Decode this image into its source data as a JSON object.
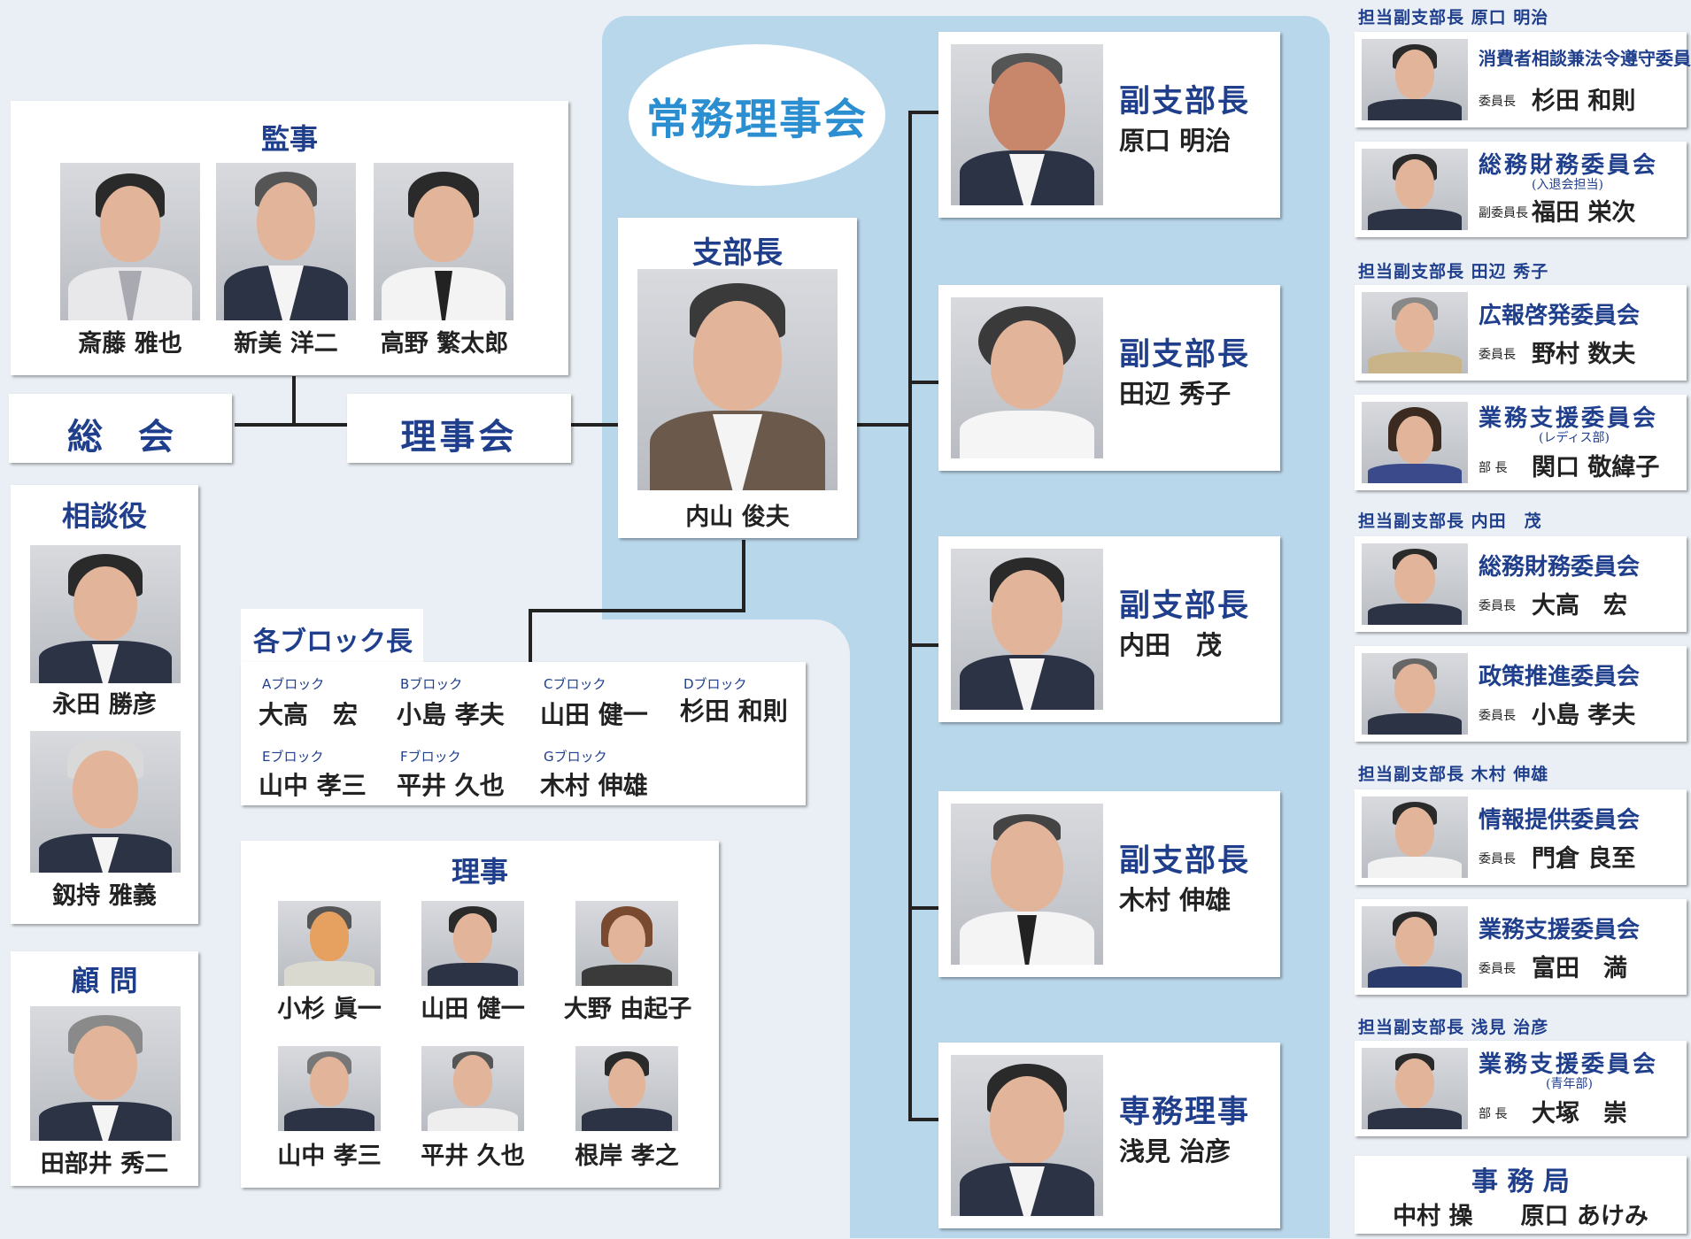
{
  "standing_board": "常務理事会",
  "general_meeting": "総　会",
  "board_meeting": "理事会",
  "auditors": {
    "title": "監事",
    "members": [
      "斎藤 雅也",
      "新美 洋二",
      "高野 繁太郎"
    ]
  },
  "advisors": {
    "title": "相談役",
    "members": [
      "永田 勝彦",
      "釼持 雅義"
    ]
  },
  "counselor": {
    "title": "顧 問",
    "member": "田部井 秀二"
  },
  "branch_chief": {
    "title": "支部長",
    "name": "内山 俊夫"
  },
  "blocks": {
    "title": "各ブロック長",
    "items": [
      {
        "label": "Aブロック",
        "name": "大高　宏"
      },
      {
        "label": "Bブロック",
        "name": "小島 孝夫"
      },
      {
        "label": "Cブロック",
        "name": "山田 健一"
      },
      {
        "label": "Dブロック",
        "name": "杉田 和則"
      },
      {
        "label": "Eブロック",
        "name": "山中 孝三"
      },
      {
        "label": "Fブロック",
        "name": "平井 久也"
      },
      {
        "label": "Gブロック",
        "name": "木村 伸雄"
      }
    ]
  },
  "directors": {
    "title": "理事",
    "members": [
      "小杉 眞一",
      "山田 健一",
      "大野 由起子",
      "山中 孝三",
      "平井 久也",
      "根岸 孝之"
    ]
  },
  "vice_chiefs": [
    {
      "role": "副支部長",
      "name": "原口 明治"
    },
    {
      "role": "副支部長",
      "name": "田辺 秀子"
    },
    {
      "role": "副支部長",
      "name": "内田　茂"
    },
    {
      "role": "副支部長",
      "name": "木村 伸雄"
    },
    {
      "role": "専務理事",
      "name": "浅見 治彦"
    }
  ],
  "committee_groups": [
    {
      "heading": "担当副支部長 原口 明治",
      "committees": [
        {
          "title": "消費者相談兼法令遵守委員会",
          "sub": "",
          "role": "委員長",
          "name": "杉田 和則"
        },
        {
          "title": "総務財務委員会",
          "sub": "(入退会担当)",
          "role": "副委員長",
          "name": "福田 栄次"
        }
      ]
    },
    {
      "heading": "担当副支部長 田辺 秀子",
      "committees": [
        {
          "title": "広報啓発委員会",
          "sub": "",
          "role": "委員長",
          "name": "野村 数夫"
        },
        {
          "title": "業務支援委員会",
          "sub": "(レディス部)",
          "role": "部 長",
          "name": "関口 敬緯子"
        }
      ]
    },
    {
      "heading": "担当副支部長 内田　茂",
      "committees": [
        {
          "title": "総務財務委員会",
          "sub": "",
          "role": "委員長",
          "name": "大高　宏"
        },
        {
          "title": "政策推進委員会",
          "sub": "",
          "role": "委員長",
          "name": "小島 孝夫"
        }
      ]
    },
    {
      "heading": "担当副支部長 木村 伸雄",
      "committees": [
        {
          "title": "情報提供委員会",
          "sub": "",
          "role": "委員長",
          "name": "門倉 良至"
        },
        {
          "title": "業務支援委員会",
          "sub": "",
          "role": "委員長",
          "name": "富田　満"
        }
      ]
    },
    {
      "heading": "担当副支部長 浅見 治彦",
      "committees": [
        {
          "title": "業務支援委員会",
          "sub": "(青年部)",
          "role": "部 長",
          "name": "大塚　崇"
        }
      ]
    }
  ],
  "secretariat": {
    "title": "事 務 局",
    "members": "中村 操　　原口 あけみ"
  }
}
